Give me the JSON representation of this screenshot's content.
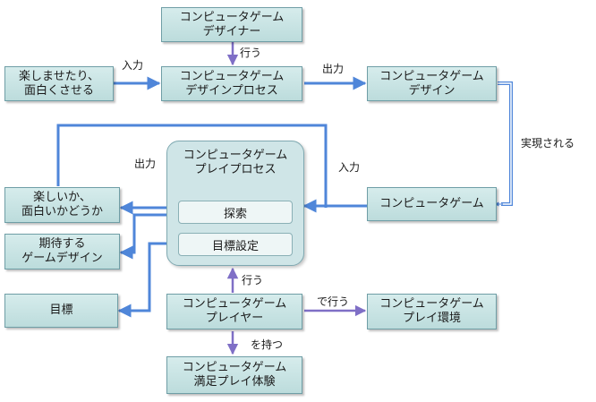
{
  "nodes": {
    "designer": [
      "コンピュータゲーム",
      "デザイナー"
    ],
    "entertain": [
      "楽しませたり、",
      "面白くさせる"
    ],
    "design_process": [
      "コンピュータゲーム",
      "デザインプロセス"
    ],
    "game_design": [
      "コンピュータゲーム",
      "デザイン"
    ],
    "play_process": [
      "コンピュータゲーム",
      "プレイプロセス"
    ],
    "explore": "探索",
    "goal_setting": "目標設定",
    "fun_check": [
      "楽しいか、",
      "面白いかどうか"
    ],
    "expected_design": [
      "期待する",
      "ゲームデザイン"
    ],
    "goal": "目標",
    "computer_game": "コンピュータゲーム",
    "player": [
      "コンピュータゲーム",
      "プレイヤー"
    ],
    "environment": [
      "コンピュータゲーム",
      "プレイ環境"
    ],
    "satisfying": [
      "コンピュータゲーム",
      "満足プレイ体験"
    ]
  },
  "labels": {
    "performs_top": "行う",
    "input_top": "入力",
    "output_top": "出力",
    "realized": "実現される",
    "output_mid": "出力",
    "input_mid": "入力",
    "performs_bottom": "行う",
    "performs_with": "で行う",
    "has": "を持つ"
  },
  "colors": {
    "node_fill": "#c8e3e3",
    "node_border": "#6f9ea6",
    "arrow_blue": "#4f86d9",
    "arrow_purple": "#7f6fc6"
  }
}
